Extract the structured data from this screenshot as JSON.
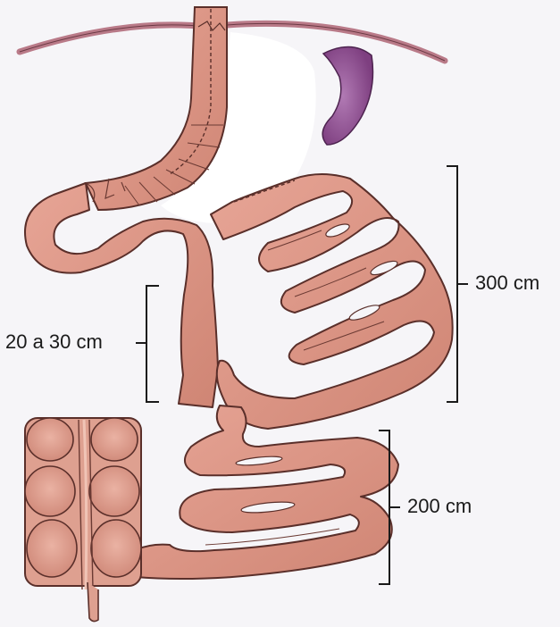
{
  "labels": {
    "biliopancreatic_limb": "20 a 30 cm",
    "alimentary_limb": "300 cm",
    "common_channel": "200 cm"
  },
  "colors": {
    "bowel_fill": "#d99484",
    "bowel_outline": "#5a2f2a",
    "stomach_fill": "#e0a090",
    "spleen_fill": "#9a5c9c",
    "colon_fill": "#dea090",
    "diaphragm": "#b97a88",
    "background": "#f6f5f8"
  }
}
